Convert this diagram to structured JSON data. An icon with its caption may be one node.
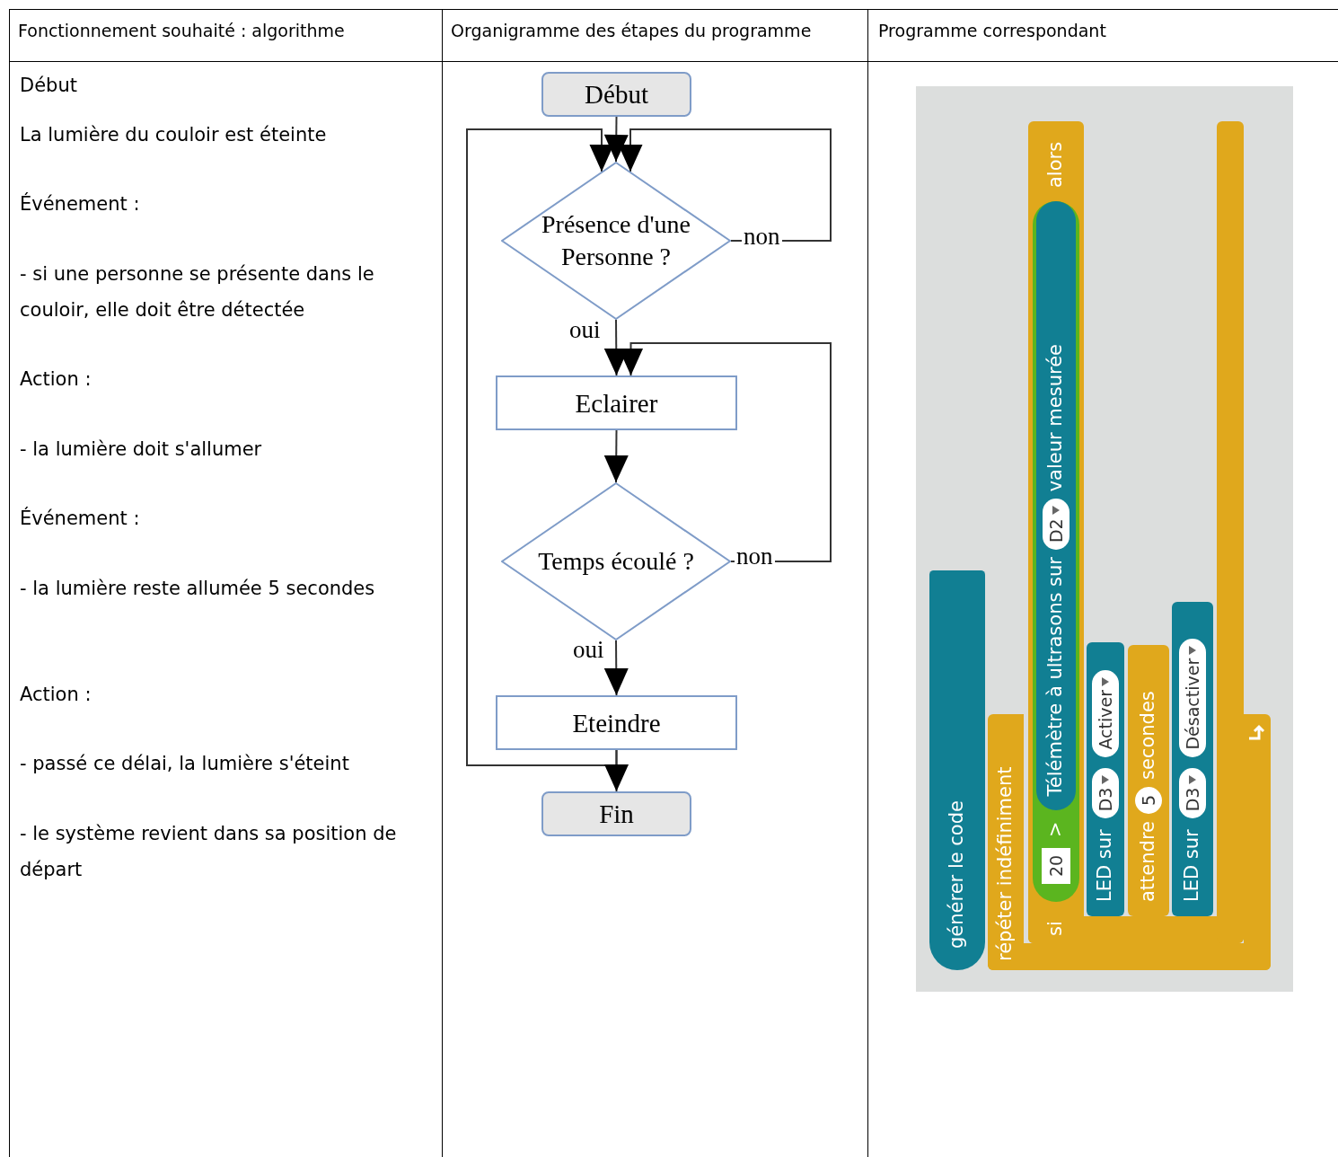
{
  "diagram": {
    "nodes": [
      {
        "text": [
          "Début"
        ]
      },
      {
        "text": [
          "Présence d'une Personne ?"
        ]
      },
      {
        "text": [
          "Eclairer"
        ]
      },
      {
        "text": [
          "Temps écoulé ?"
        ]
      },
      {
        "text": [
          "Eteindre"
        ]
      },
      {
        "text": [
          "Fin"
        ]
      }
    ],
    "edges": [
      {
        "from": 0,
        "to": 1,
        "arrow": "to"
      },
      {
        "from": 1,
        "to": 1,
        "arrow": "to",
        "label": "non"
      },
      {
        "from": 1,
        "to": 2,
        "arrow": "to",
        "label": "oui"
      },
      {
        "from": 2,
        "to": 3,
        "arrow": "to"
      },
      {
        "from": 3,
        "to": 2,
        "arrow": "to",
        "label": "non"
      },
      {
        "from": 3,
        "to": 4,
        "arrow": "to",
        "label": "oui"
      },
      {
        "from": 4,
        "to": 1,
        "arrow": "to"
      },
      {
        "from": 4,
        "to": 5,
        "arrow": "to"
      }
    ],
    "labels": [
      "Fonctionnement souhaité : algorithme",
      "Organigramme des étapes du programme",
      "Programme correspondant",
      "Début",
      "La lumière du couloir est éteinte",
      "Événement :",
      "- si une personne se présente dans le couloir, elle doit être détectée",
      "Action :",
      "- la lumière doit s'allumer",
      "Événement :",
      "- la lumière reste allumée 5 secondes",
      "Action :",
      "- passé ce délai, la lumière s'éteint",
      "- le système revient dans sa position de départ",
      "générer le code",
      "répéter indéfiniment",
      "si",
      "20",
      ">",
      "Télémètre à ultrasons sur",
      "D2",
      "valeur mesurée",
      "alors",
      "LED sur",
      "D3",
      "Activer",
      "attendre",
      "5",
      "secondes",
      "LED sur",
      "D3",
      "Désactiver"
    ]
  }
}
